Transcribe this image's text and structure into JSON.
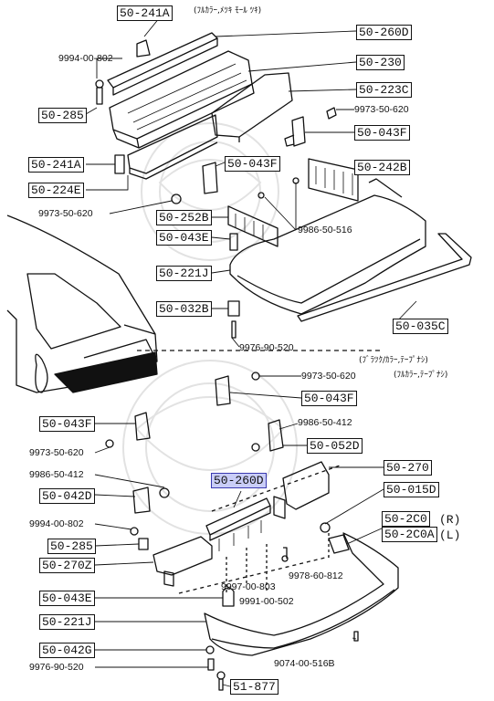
{
  "notes": {
    "top": "(ﾌﾙｶﾗｰ,ﾒﾂｷ ﾓｰﾙ ﾂｷ)",
    "mid_line1": "(ﾌﾞﾗﾂｸ/ｶﾗｰ,ﾃｰﾌﾟﾅｼ)",
    "mid_line2": "(ﾌﾙｶﾗｰ,ﾃｰﾌﾟﾅｼ)"
  },
  "part_refs": [
    {
      "id": "r1",
      "text": "50-241A"
    },
    {
      "id": "r2",
      "text": "50-260D"
    },
    {
      "id": "r3",
      "text": "50-230"
    },
    {
      "id": "r4",
      "text": "50-223C"
    },
    {
      "id": "r5",
      "text": "50-285"
    },
    {
      "id": "r6",
      "text": "50-043F"
    },
    {
      "id": "r7",
      "text": "50-241A"
    },
    {
      "id": "r8",
      "text": "50-043F"
    },
    {
      "id": "r9",
      "text": "50-242B"
    },
    {
      "id": "r10",
      "text": "50-224E"
    },
    {
      "id": "r11",
      "text": "50-252B"
    },
    {
      "id": "r12",
      "text": "50-043E"
    },
    {
      "id": "r13",
      "text": "50-221J"
    },
    {
      "id": "r14",
      "text": "50-032B"
    },
    {
      "id": "r15",
      "text": "50-035C"
    },
    {
      "id": "r16",
      "text": "50-043F"
    },
    {
      "id": "r17",
      "text": "50-043F"
    },
    {
      "id": "r18",
      "text": "50-052D"
    },
    {
      "id": "r19",
      "text": "50-260D"
    },
    {
      "id": "r20",
      "text": "50-270"
    },
    {
      "id": "r21",
      "text": "50-042D"
    },
    {
      "id": "r22",
      "text": "50-015D"
    },
    {
      "id": "r23",
      "text": "50-2C0"
    },
    {
      "id": "r24",
      "text": "50-2C0A"
    },
    {
      "id": "r25",
      "text": "50-285"
    },
    {
      "id": "r26",
      "text": "50-270Z"
    },
    {
      "id": "r27",
      "text": "50-043E"
    },
    {
      "id": "r28",
      "text": "50-221J"
    },
    {
      "id": "r29",
      "text": "50-042G"
    },
    {
      "id": "r30",
      "text": "51-877"
    }
  ],
  "part_numbers": [
    {
      "id": "n1",
      "text": "9994-00-802"
    },
    {
      "id": "n2",
      "text": "9973-50-620"
    },
    {
      "id": "n3",
      "text": "9973-50-620"
    },
    {
      "id": "n4",
      "text": "9986-50-516"
    },
    {
      "id": "n5",
      "text": "9976-90-520"
    },
    {
      "id": "n6",
      "text": "9973-50-620"
    },
    {
      "id": "n7",
      "text": "9986-50-412"
    },
    {
      "id": "n8",
      "text": "9973-50-620"
    },
    {
      "id": "n9",
      "text": "9986-50-412"
    },
    {
      "id": "n10",
      "text": "9994-00-802"
    },
    {
      "id": "n11",
      "text": "9978-60-812"
    },
    {
      "id": "n12",
      "text": "9997-00-803"
    },
    {
      "id": "n13",
      "text": "9991-00-502"
    },
    {
      "id": "n14",
      "text": "9074-00-516B"
    },
    {
      "id": "n15",
      "text": "9976-90-520"
    }
  ],
  "side_marks": {
    "right": "(R)",
    "left": "(L)"
  },
  "selected_ref": "50-260D",
  "colors": {
    "ink": "#111111",
    "highlight_fill": "#c9cdf7",
    "highlight_border": "#3a3ab0",
    "watermark": "#e6e6e6"
  }
}
